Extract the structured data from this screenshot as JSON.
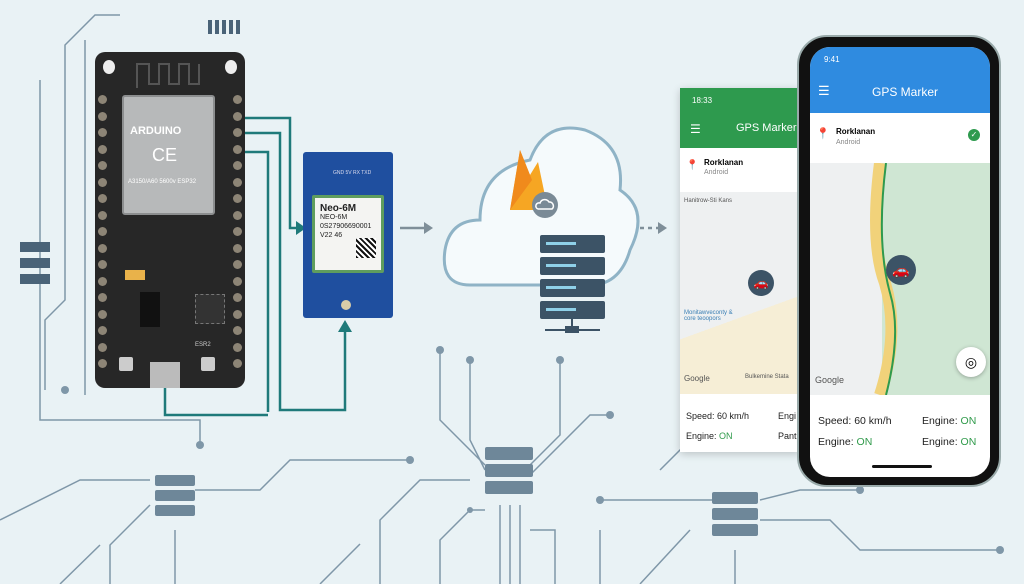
{
  "esp32": {
    "brand": "ARDUINO",
    "ce": "CE",
    "model": "A3150/A60 5600v ESP32",
    "button": "ESR2"
  },
  "gps_module": {
    "title": "Neo-6M",
    "model": "NEO-6M",
    "serial": "0S27906690001",
    "version": "V22 46",
    "pins": "GND 5V RX TXD"
  },
  "back_phone": {
    "time": "18:33",
    "title": "GPS Marker",
    "location": "Rorklanan",
    "platform": "Android",
    "map_labels": [
      "Hanitrow-Sti Kans",
      "Monitawveconty & core teoopors",
      "Bulkemine Stata"
    ],
    "google": "Google",
    "speed": "Speed: 60 km/h",
    "engine_label": "Engine: ",
    "engine_value": "ON",
    "col2a": "Engi",
    "col2b": "Pant"
  },
  "front_phone": {
    "time": "9:41",
    "title": "GPS Marker",
    "location": "Rorklanan",
    "platform": "Android",
    "google": "Google",
    "speed": "Speed: 60 km/h",
    "engine_label": "Engine: ",
    "engine_value": "ON"
  },
  "colors": {
    "green_header": "#2e9a4e",
    "blue_header": "#2f8be0",
    "wire": "#1f7a7a"
  }
}
